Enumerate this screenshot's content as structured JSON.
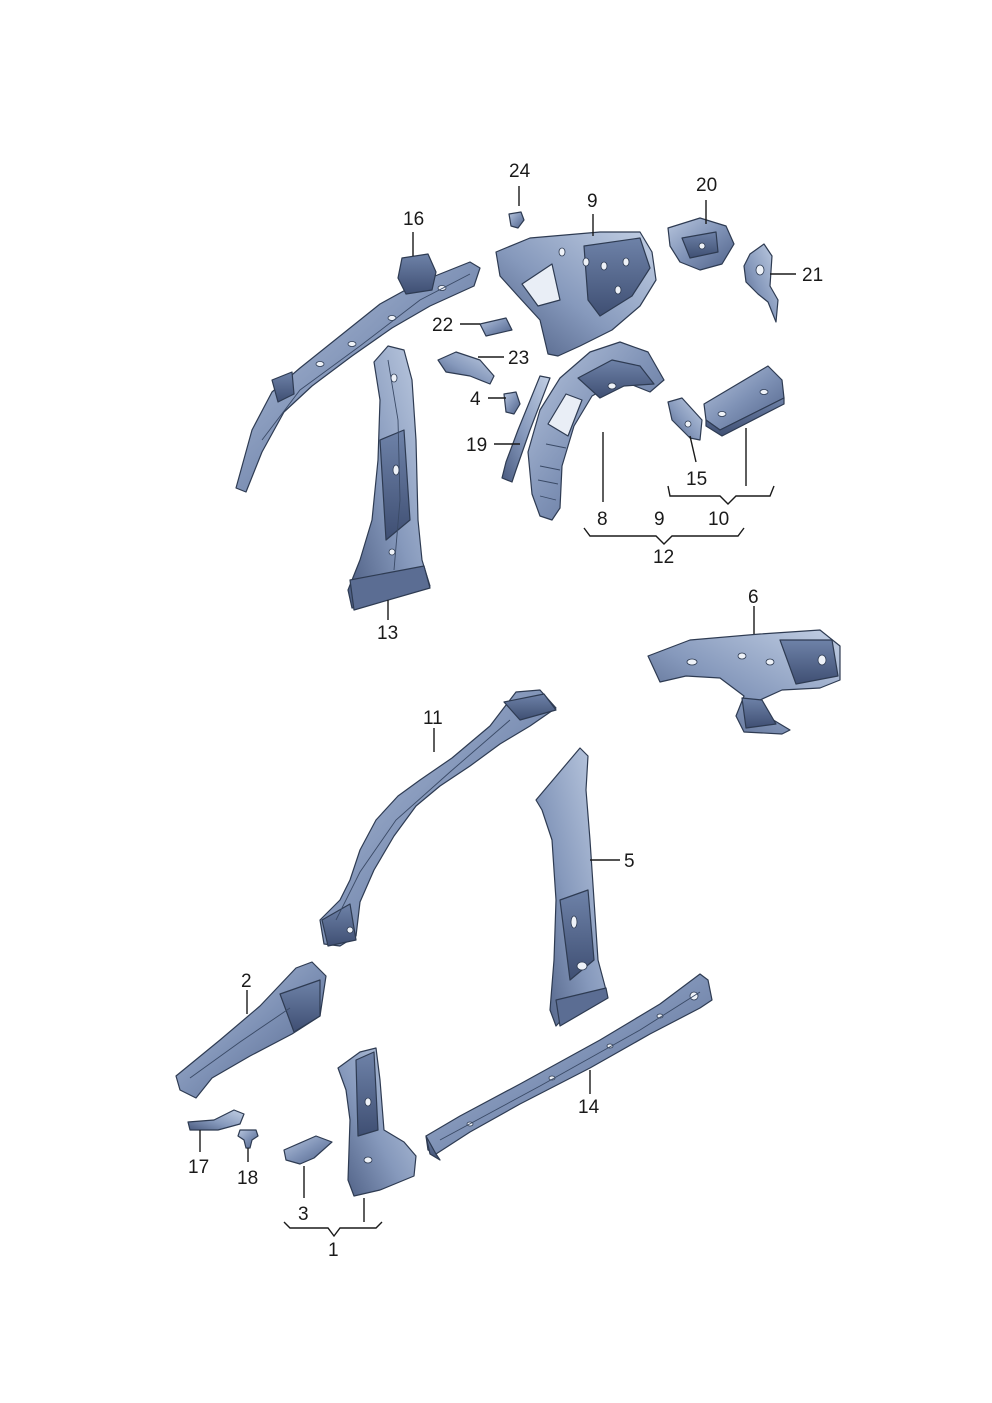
{
  "colors": {
    "background": "#ffffff",
    "part_light": "#aebcd6",
    "part_mid": "#7f92b6",
    "part_dark": "#56688f",
    "part_deep": "#3f4f73",
    "outline": "#2e3b52",
    "label_text": "#1a1a1a"
  },
  "labels": {
    "l24": "24",
    "l9a": "9",
    "l20": "20",
    "l16": "16",
    "l21": "21",
    "l22": "22",
    "l23": "23",
    "l4": "4",
    "l19": "19",
    "l15": "15",
    "l8": "8",
    "l9b": "9",
    "l10": "10",
    "l12": "12",
    "l13": "13",
    "l6": "6",
    "l11": "11",
    "l5": "5",
    "l2": "2",
    "l14": "14",
    "l17": "17",
    "l18": "18",
    "l3": "3",
    "l1": "1"
  }
}
